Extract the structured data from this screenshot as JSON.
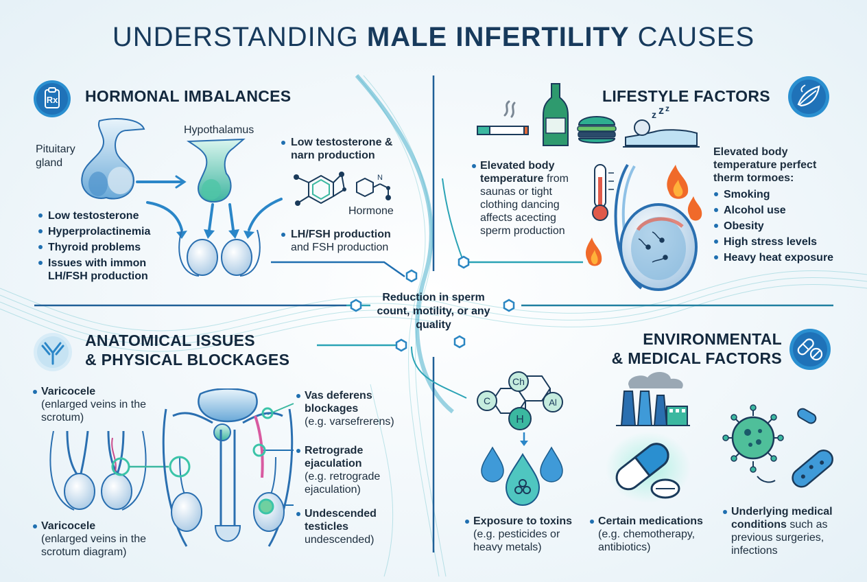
{
  "title": {
    "light_1": "UNDERSTANDING ",
    "bold": "MALE INFERTILITY",
    "light_2": " CAUSES"
  },
  "colors": {
    "navy": "#173a5c",
    "accent_blue": "#1f6fb0",
    "teal": "#3bb8b0",
    "flame": "#f06a2a"
  },
  "center": {
    "text": "Reduction in sperm count, motility, or any quality"
  },
  "hormonal": {
    "heading": "HORMONAL IMBALANCES",
    "icon": "rx-clipboard-icon",
    "label_pituitary": "Pituitary gland",
    "label_hypothalamus": "Hypothalamus",
    "label_hormone": "Hormone",
    "bullets_left": [
      "Low testosterone",
      "Hyperprolactinemia",
      "Thyroid problems",
      "Issues with immon LH/FSH production"
    ],
    "bullet_top_right": "Low testosterone & narn production",
    "bullet_bottom_right_bold": "LH/FSH production",
    "bullet_bottom_right_rest": "and FSH production"
  },
  "lifestyle": {
    "heading": "LIFESTYLE FACTORS",
    "icon": "leaf-icon",
    "temp_bold": "Elevated body temperature",
    "temp_rest": "from saunas or tight clothing dancing affects acecting sperm production",
    "right_intro": "Elevated body temperature perfect therm tormoes:",
    "bullets": [
      "Smoking",
      "Alcohol use",
      "Obesity",
      "High stress levels",
      "Heavy heat exposure"
    ]
  },
  "anatomical": {
    "heading_1": "ANATOMICAL ISSUES",
    "heading_2": "& PHYSICAL BLOCKAGES",
    "icon": "antibody-icon",
    "varicocele_top_bold": "Varicocele",
    "varicocele_top_rest": "(enlarged veins in the scrotum)",
    "varicocele_bottom_bold": "Varicocele",
    "varicocele_bottom_rest": "(enlarged veins in the scrotum diagram)",
    "vas_bold": "Vas deferens blockages",
    "vas_rest": "(e.g. varsefrerens)",
    "retro_bold": "Retrograde ejaculation",
    "retro_rest": "(e.g. retrograde ejaculation)",
    "undesc_bold": "Undescended testicles",
    "undesc_rest": "undescended)"
  },
  "environmental": {
    "heading_1": "ENVIRONMENTAL",
    "heading_2": "& MEDICAL FACTORS",
    "icon": "pills-icon",
    "chem_labels": [
      "Ch",
      "C",
      "Al",
      "H"
    ],
    "toxins_bold": "Exposure to toxins",
    "toxins_rest": "(e.g. pesticides or heavy metals)",
    "meds_bold": "Certain medications",
    "meds_rest": "(e.g. chemotherapy, antibiotics)",
    "cond_bold": "Underlying medical conditions",
    "cond_rest": "such as previous surgeries, infections"
  }
}
